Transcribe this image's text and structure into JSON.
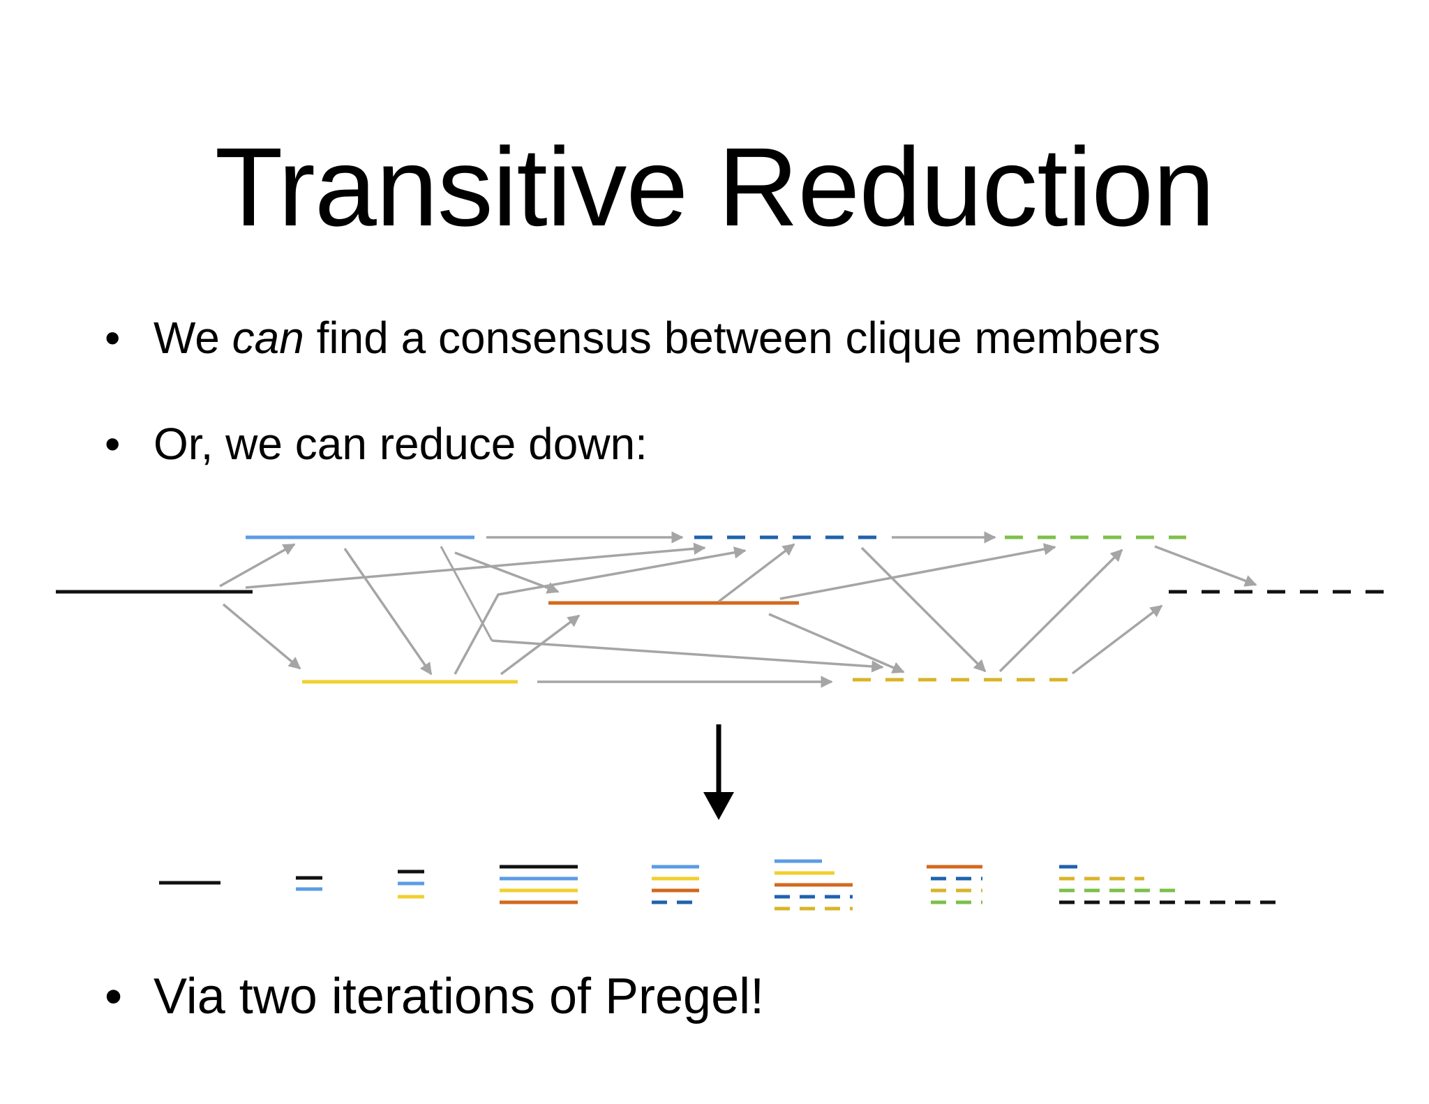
{
  "title": "Transitive Reduction",
  "bullets": {
    "b1_pre": "We ",
    "b1_em": "can",
    "b1_post": " find a consensus between clique members",
    "b2": "Or, we can reduce down:",
    "b3": "Via two iterations of Pregel!"
  },
  "bullet_glyph": "•",
  "colors": {
    "black": "#111111",
    "light_blue": "#5b9ce6",
    "dark_blue": "#1f62ad",
    "green": "#7cc04a",
    "orange": "#d2691e",
    "yellow": "#f2cf2e",
    "dark_yellow": "#d9b42a",
    "arrow_gray": "#a5a5a5"
  }
}
